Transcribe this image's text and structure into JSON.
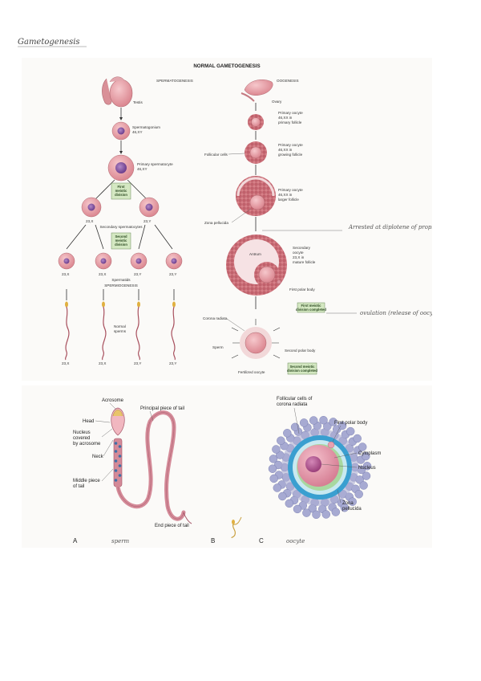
{
  "handwritten": {
    "title": "Gametogenesis",
    "note_secondary_oocyte": "Arrested at diplotene of prophase I",
    "note_ovulation": "ovulation (release of oocyte)",
    "note_sperm": "sperm",
    "note_oocyte": "oocyte"
  },
  "figure_top": {
    "title": "NORMAL GAMETOGENESIS",
    "spermatogenesis": {
      "heading": "SPERMATOGENESIS",
      "testis": "Testis",
      "spermatogonium": "Spermatogonium",
      "spermatogonium_karyotype": "46,XY",
      "primary_spermatocyte": "Primary spermatocyte",
      "primary_spermatocyte_karyotype": "46,XY",
      "first_meiotic_division": [
        "First",
        "meiotic",
        "division"
      ],
      "secondary_karyotype_left": "23,X",
      "secondary_karyotype_right": "23,Y",
      "secondary_spermatocytes": "Secondary spermatocytes",
      "second_meiotic_division": [
        "Second",
        "meiotic",
        "division"
      ],
      "spermatid_karyotypes": [
        "23,X",
        "23,X",
        "23,Y",
        "23,Y"
      ],
      "spermatids": "Spermatids",
      "spermiogenesis": "SPERMIOGENESIS",
      "normal_sperms": [
        "Normal",
        "sperms"
      ],
      "sperm_karyotypes": [
        "23,X",
        "23,X",
        "23,Y",
        "23,Y"
      ]
    },
    "oogenesis": {
      "heading": "OOGENESIS",
      "ovary": "Ovary",
      "primary_oocyte_1": [
        "Primary oocyte",
        "46,XX in",
        "primary follicle"
      ],
      "follicular_cells": "Follicular cells",
      "primary_oocyte_2": [
        "Primary oocyte",
        "46,XX in",
        "growing follicle"
      ],
      "primary_oocyte_3": [
        "Primary oocyte",
        "46,XX in",
        "larger follicle"
      ],
      "zona_pellucida": "Zona pellucida",
      "antrum": "Antrum",
      "secondary_oocyte": [
        "Secondary",
        "oocyte",
        "23,X in",
        "mature follicle"
      ],
      "first_polar_body": "First polar body",
      "first_meiotic_complete": [
        "First meiotic",
        "division completed"
      ],
      "corona_radiata": "Corona radiata",
      "sperm": "Sperm",
      "second_polar_body": "Second polar body",
      "fertilized_oocyte": "Fertilized oocyte",
      "second_meiotic_complete": [
        "Second meiotic",
        "division completed"
      ]
    }
  },
  "figure_bottom": {
    "sperm": {
      "acrosome": "Acrosome",
      "principal_piece": "Principal piece of tail",
      "head": "Head",
      "nucleus_covered": [
        "Nucleus",
        "covered",
        "by acrosome"
      ],
      "neck": "Neck",
      "middle_piece": [
        "Middle piece",
        "of tail"
      ],
      "end_piece": "End piece of tail"
    },
    "oocyte": {
      "follicular_cells": [
        "Follicular cells of",
        "corona radiata"
      ],
      "first_polar_body": "First polar body",
      "cytoplasm": "Cytoplasm",
      "nucleus": "Nucleus",
      "zona_pellucida": [
        "Zona",
        "pellucida"
      ]
    },
    "panel_labels": [
      "A",
      "B",
      "C"
    ]
  },
  "colors": {
    "cell_fill": "#e8a0a8",
    "cell_dark": "#c9707c",
    "nucleus": "#7a4a9a",
    "follicle": "#c96b73",
    "box_fill": "#d4e8c2",
    "sperm_yellow": "#e0b040",
    "zona": "#3a9fd0",
    "corona": "#9aa0c8"
  }
}
